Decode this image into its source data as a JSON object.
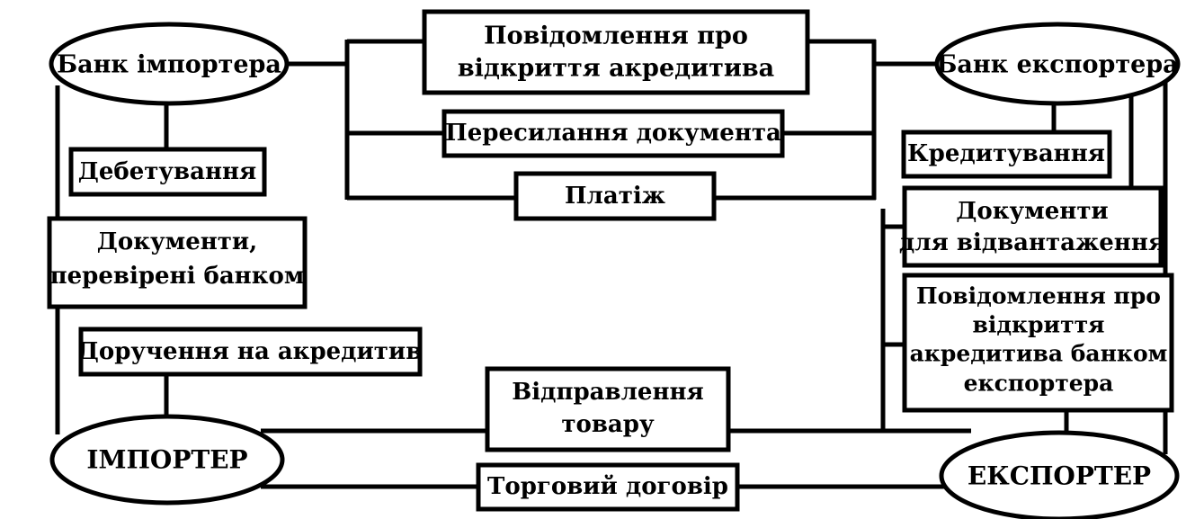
{
  "diagram": {
    "title_text": "",
    "colors": {
      "stroke": "#000000",
      "fill": "#ffffff",
      "text": "#000000"
    },
    "nodes": {
      "bank_importer": {
        "label": "Банк імпортера",
        "shape": "ellipse"
      },
      "bank_exporter": {
        "label": "Банк експортера",
        "shape": "ellipse"
      },
      "importer": {
        "label": "ІМПОРТЕР",
        "shape": "ellipse"
      },
      "exporter": {
        "label": "ЕКСПОРТЕР",
        "shape": "ellipse"
      },
      "debit": {
        "label": "Дебетування",
        "shape": "box"
      },
      "docs_checked_line1": {
        "label": "Документи,",
        "shape": "box"
      },
      "docs_checked_line2": {
        "label": "перевірені банком",
        "shape": "box"
      },
      "order_lc": {
        "label": "Доручення на акредитив",
        "shape": "box"
      },
      "notice_lc_line1": {
        "label": "Повідомлення про",
        "shape": "box"
      },
      "notice_lc_line2": {
        "label": "відкриття акредитива",
        "shape": "box"
      },
      "forward_doc": {
        "label": "Пересилання документа",
        "shape": "box"
      },
      "payment": {
        "label": "Платіж",
        "shape": "box"
      },
      "crediting": {
        "label": "Кредитування",
        "shape": "box"
      },
      "shipping_docs_line1": {
        "label": "Документи",
        "shape": "box"
      },
      "shipping_docs_line2": {
        "label": "для відвантаження",
        "shape": "box"
      },
      "notice_exp_bank_line1": {
        "label": "Повідомлення про",
        "shape": "box"
      },
      "notice_exp_bank_line2": {
        "label": "відкриття",
        "shape": "box"
      },
      "notice_exp_bank_line3": {
        "label": "акредитива банком",
        "shape": "box"
      },
      "notice_exp_bank_line4": {
        "label": "експортера",
        "shape": "box"
      },
      "goods_shipment_line1": {
        "label": "Відправлення",
        "shape": "box"
      },
      "goods_shipment_line2": {
        "label": "товару",
        "shape": "box"
      },
      "trade_contract": {
        "label": "Торговий договір",
        "shape": "box"
      }
    }
  }
}
